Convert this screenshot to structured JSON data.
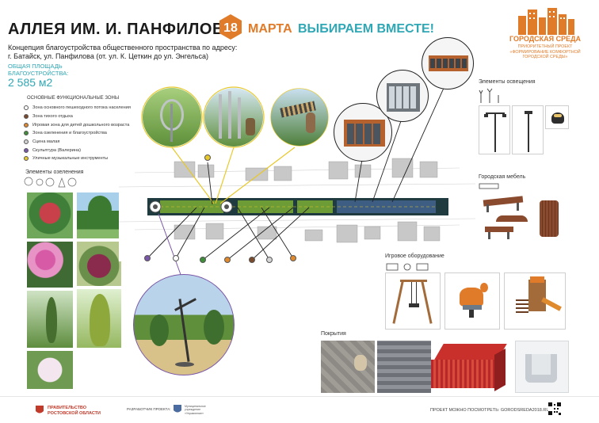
{
  "header": {
    "title": "АЛЛЕЯ ИМ. И. ПАНФИЛОВА",
    "badge_number": "18",
    "march": "МАРТА",
    "choose": "ВЫБИРАЕМ ВМЕСТЕ!",
    "concept_line1": "Концепция благоустройства общественного пространства по адресу:",
    "concept_line2": "г. Батайск, ул. Панфилова (от. ул. К. Цеткин до ул. Энгельса)",
    "area_label_1": "ОБЩАЯ ПЛОЩАДЬ",
    "area_label_2": "БЛАГОУСТРОЙСТВА:",
    "area_value": "2 585 м2"
  },
  "logo": {
    "name": "ГОРОДСКАЯ СРЕДА",
    "sub_1": "ПРИОРИТЕТНЫЙ ПРОЕКТ",
    "sub_2": "«ФОРМИРОВАНИЕ КОМФОРТНОЙ",
    "sub_3": "ГОРОДСКОЙ СРЕДЫ»"
  },
  "legend": {
    "title": "ОСНОВНЫЕ ФУНКЦИОНАЛЬНЫЕ ЗОНЫ",
    "items": [
      {
        "label": "Зона основного пешеходного потока населения",
        "color": "#ffffff"
      },
      {
        "label": "Зона тихого отдыха",
        "color": "#7a4a2a"
      },
      {
        "label": "Игровая зона для детей дошкольного возраста",
        "color": "#e08a2e"
      },
      {
        "label": "Зона озеленения и благоустройства",
        "color": "#3f8f3a"
      },
      {
        "label": "Сцена малая",
        "color": "#d4d4d4"
      },
      {
        "label": "Скульптура (Валерина)",
        "color": "#7a57a8"
      },
      {
        "label": "Уличные музыкальные инструменты",
        "color": "#e8c82a"
      }
    ]
  },
  "sections": {
    "greenery": "Элементы озеленения",
    "lighting": "Элементы освещения",
    "furniture": "Городская мебель",
    "play": "Игровое оборудование",
    "coverings": "Покрытия"
  },
  "footer": {
    "gov_1": "ПРАВИТЕЛЬСТВО",
    "gov_2": "РОСТОВСКОЙ ОБЛАСТИ",
    "developer": "РАЗРАБОТЧИК ПРОЕКТА:",
    "dev_1": "Муниципальное",
    "dev_2": "учреждение",
    "dev_3": "«Управление»",
    "site": "ПРОЕКТ МОЖНО ПОСМОТРЕТЬ: GORODSREDA2018.RU"
  },
  "colors": {
    "accent_orange": "#e07b2a",
    "accent_teal": "#2fa7b4",
    "gov_red": "#c23a2a",
    "callout_yellow": "#e8c82a"
  }
}
